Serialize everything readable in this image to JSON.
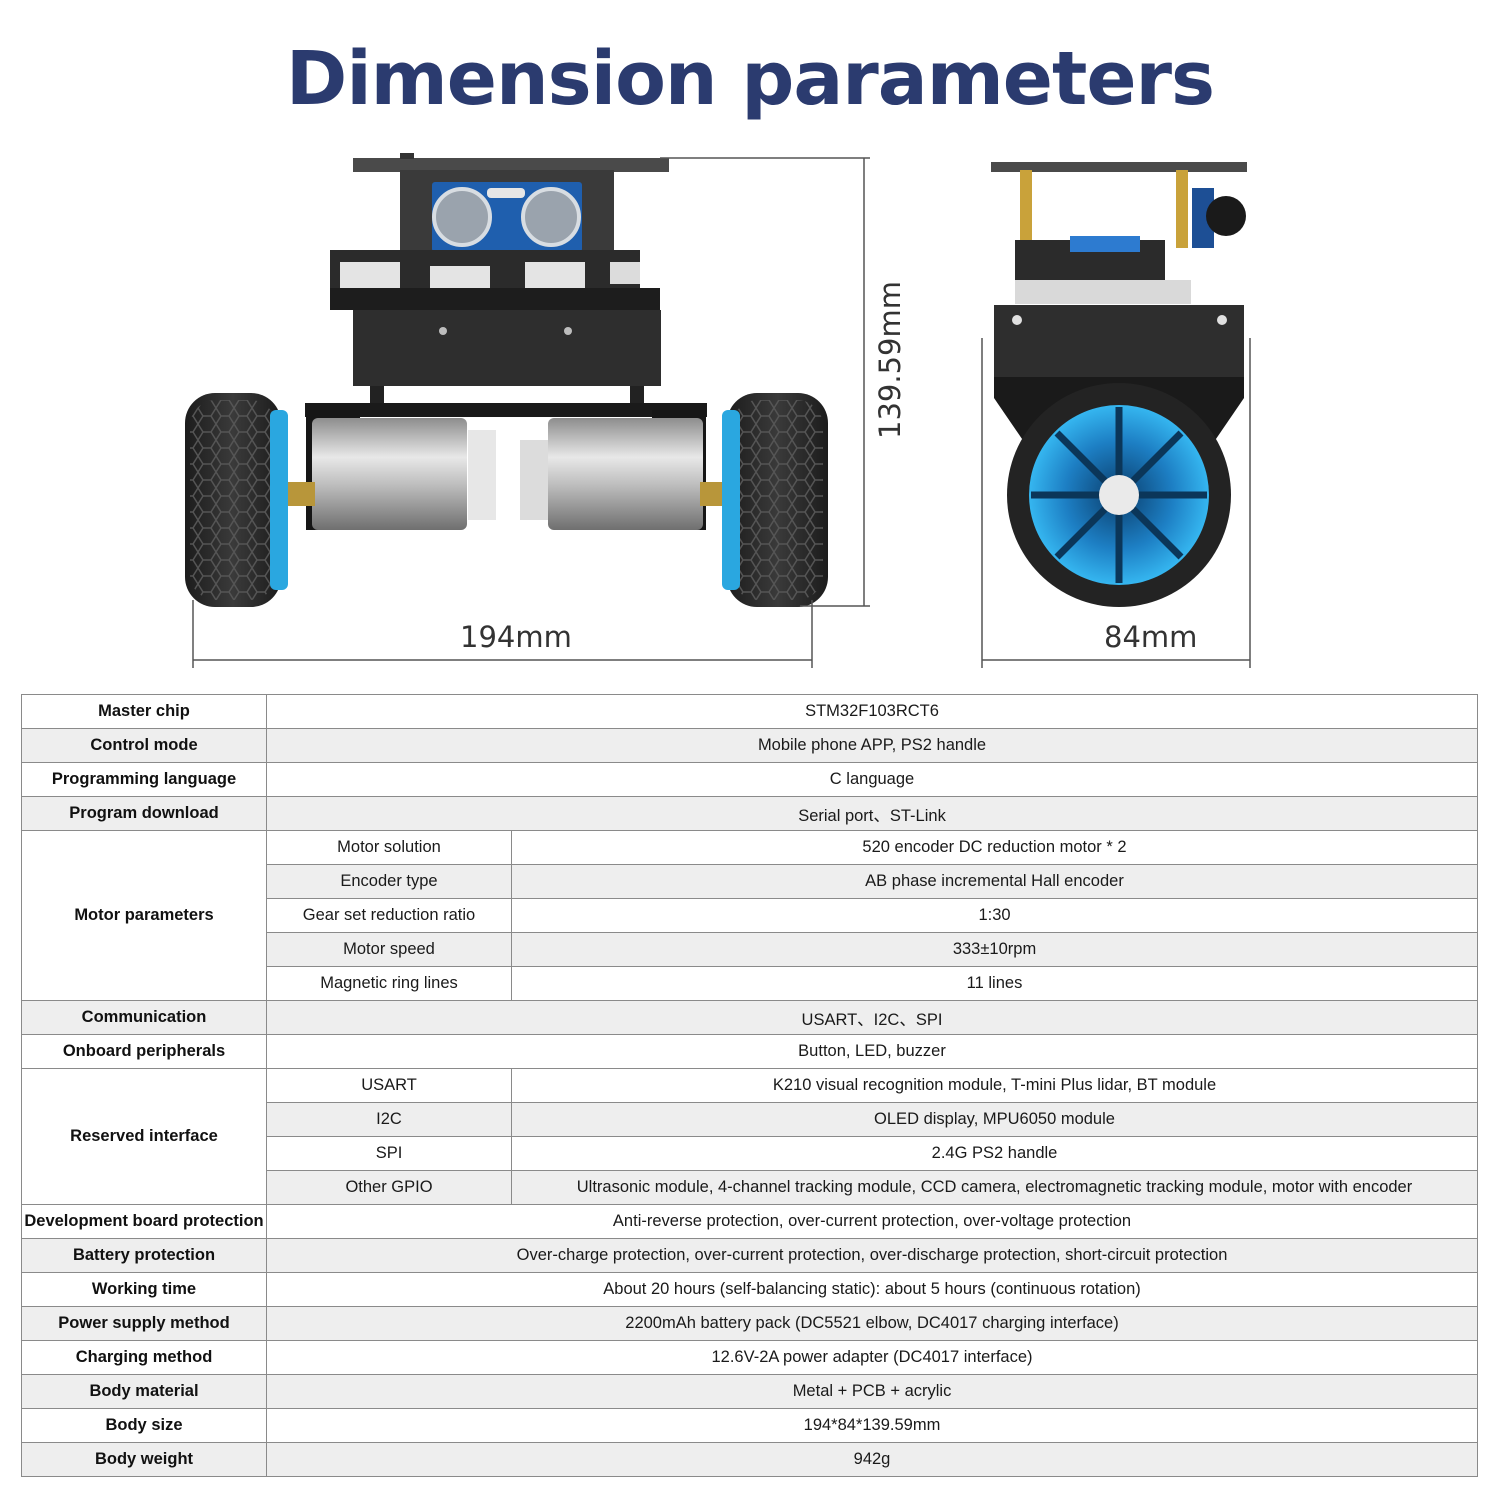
{
  "page": {
    "title": "Dimension parameters",
    "title_color": "#2b3b6f"
  },
  "dimensions": {
    "width": "194mm",
    "depth": "84mm",
    "height": "139.59mm"
  },
  "specs": {
    "master_chip": {
      "label": "Master chip",
      "value": "STM32F103RCT6"
    },
    "control_mode": {
      "label": "Control mode",
      "value": "Mobile phone APP, PS2 handle"
    },
    "programming_language": {
      "label": "Programming language",
      "value": "C language"
    },
    "program_download": {
      "label": "Program download",
      "value": "Serial port、ST-Link"
    },
    "motor": {
      "label": "Motor parameters",
      "rows": [
        {
          "label": "Motor solution",
          "value": "520 encoder DC reduction motor * 2"
        },
        {
          "label": "Encoder type",
          "value": "AB phase incremental Hall encoder"
        },
        {
          "label": "Gear set reduction ratio",
          "value": "1:30"
        },
        {
          "label": "Motor speed",
          "value": "333±10rpm"
        },
        {
          "label": "Magnetic ring lines",
          "value": "11 lines"
        }
      ]
    },
    "communication": {
      "label": "Communication",
      "value": "USART、I2C、SPI"
    },
    "onboard_peripherals": {
      "label": "Onboard peripherals",
      "value": "Button, LED, buzzer"
    },
    "reserved": {
      "label": "Reserved interface",
      "rows": [
        {
          "label": "USART",
          "value": "K210 visual recognition module, T-mini Plus lidar, BT module"
        },
        {
          "label": "I2C",
          "value": "OLED display, MPU6050 module"
        },
        {
          "label": "SPI",
          "value": "2.4G PS2 handle"
        },
        {
          "label": "Other GPIO",
          "value": "Ultrasonic module, 4-channel tracking module, CCD camera, electromagnetic tracking module, motor with encoder"
        }
      ]
    },
    "dev_board_protection": {
      "label": "Development board protection",
      "value": "Anti-reverse protection, over-current protection, over-voltage protection"
    },
    "battery_protection": {
      "label": "Battery protection",
      "value": "Over-charge protection, over-current protection, over-discharge protection, short-circuit protection"
    },
    "working_time": {
      "label": "Working time",
      "value": "About 20 hours (self-balancing static): about 5 hours (continuous rotation)"
    },
    "power_supply": {
      "label": "Power supply method",
      "value": "2200mAh battery pack (DC5521 elbow, DC4017 charging interface)"
    },
    "charging": {
      "label": "Charging method",
      "value": "12.6V-2A power adapter (DC4017 interface)"
    },
    "body_material": {
      "label": "Body material",
      "value": "Metal + PCB + acrylic"
    },
    "body_size": {
      "label": "Body size",
      "value": "194*84*139.59mm"
    },
    "body_weight": {
      "label": "Body weight",
      "value": "942g"
    }
  }
}
